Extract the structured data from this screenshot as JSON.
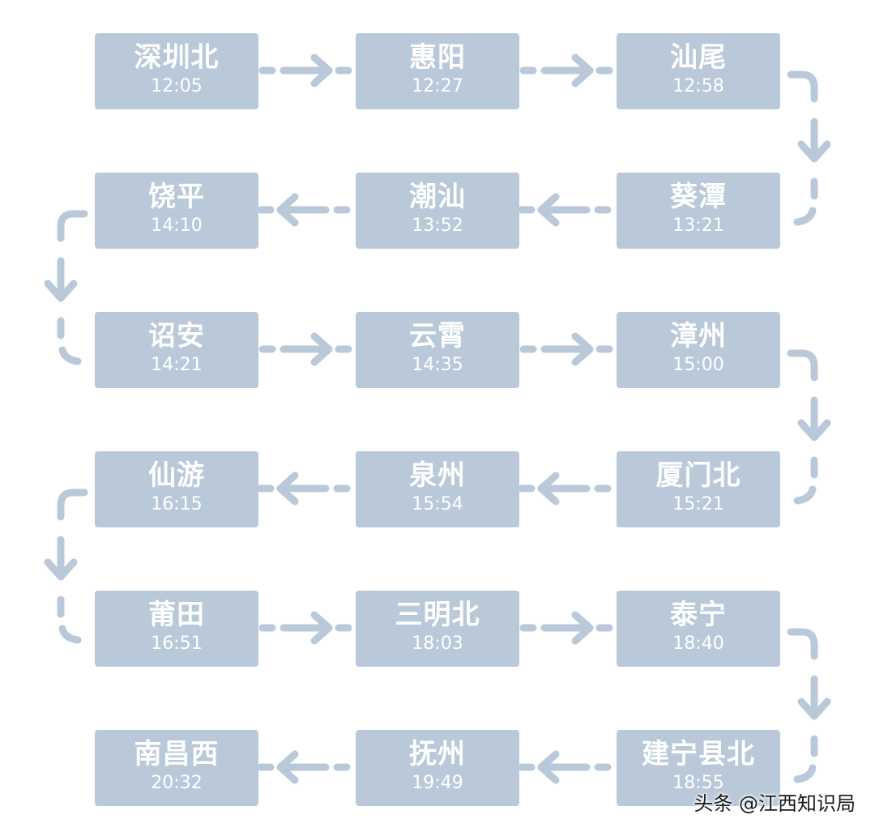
{
  "route": {
    "stations": [
      {
        "name": "深圳北",
        "time": "12:05"
      },
      {
        "name": "惠阳",
        "time": "12:27"
      },
      {
        "name": "汕尾",
        "time": "12:58"
      },
      {
        "name": "葵潭",
        "time": "13:21"
      },
      {
        "name": "潮汕",
        "time": "13:52"
      },
      {
        "name": "饶平",
        "time": "14:10"
      },
      {
        "name": "诏安",
        "time": "14:21"
      },
      {
        "name": "云霄",
        "time": "14:35"
      },
      {
        "name": "漳州",
        "time": "15:00"
      },
      {
        "name": "厦门北",
        "time": "15:21"
      },
      {
        "name": "泉州",
        "time": "15:54"
      },
      {
        "name": "仙游",
        "time": "16:15"
      },
      {
        "name": "莆田",
        "time": "16:51"
      },
      {
        "name": "三明北",
        "time": "18:03"
      },
      {
        "name": "泰宁",
        "time": "18:40"
      },
      {
        "name": "建宁县北",
        "time": "18:55"
      },
      {
        "name": "抚州",
        "time": "19:49"
      },
      {
        "name": "南昌西",
        "time": "20:32"
      }
    ]
  },
  "watermark": {
    "text": "头条 @江西知识局"
  },
  "colors": {
    "box": "#b9c9da",
    "connector": "#b9c9da",
    "text": "#ffffff"
  }
}
